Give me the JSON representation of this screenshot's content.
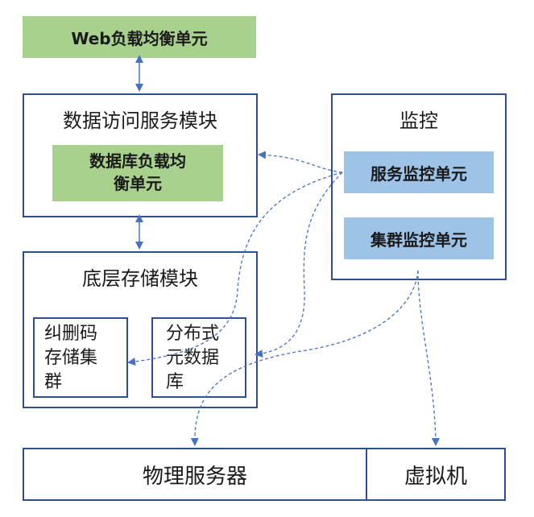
{
  "web_lb": "Web负载均衡单元",
  "data_access_module": {
    "title": "数据访问服务模块",
    "db_lb_line1": "数据库负载均",
    "db_lb_line2": "衡单元"
  },
  "storage_module": {
    "title": "底层存储模块",
    "erasure": [
      "纠删码",
      "存储集",
      "群"
    ],
    "metadata": [
      "分布式",
      "元数据",
      "库"
    ]
  },
  "monitor": {
    "title": "监控",
    "service_unit": "服务监控单元",
    "cluster_unit": "集群监控单元"
  },
  "physical_server": "物理服务器",
  "virtual_machine": "虚拟机",
  "colors": {
    "border": "#2f4f8f",
    "green": "#a9d18e",
    "blue": "#9dc3e6",
    "arrow": "#4472c4"
  }
}
